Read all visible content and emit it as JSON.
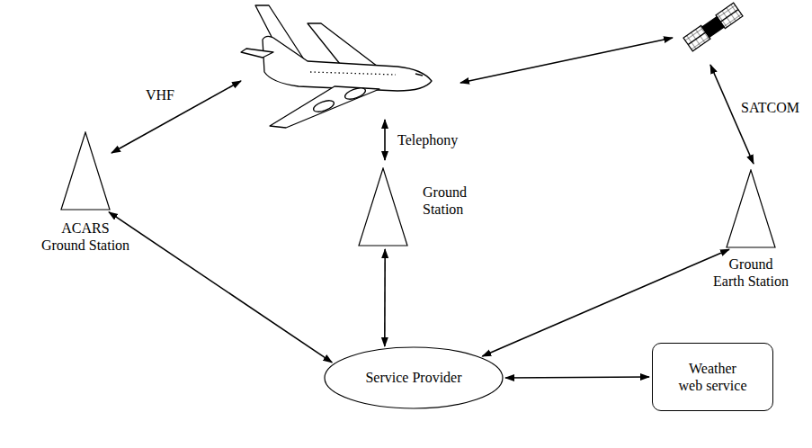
{
  "diagram": {
    "nodes": [
      {
        "text": [
          "ACARS Ground Station"
        ]
      },
      {
        "text": [
          "Ground Station"
        ]
      },
      {
        "text": [
          "Ground Earth Station"
        ]
      },
      {
        "text": [
          "Service Provider"
        ]
      },
      {
        "text": [
          "Weather web service"
        ]
      }
    ],
    "edges": [
      {
        "from": 0,
        "to": 3,
        "arrow": "both"
      },
      {
        "from": 1,
        "to": 3,
        "arrow": "both"
      },
      {
        "from": 2,
        "to": 3,
        "arrow": "both"
      },
      {
        "from": 3,
        "to": 4,
        "arrow": "both"
      }
    ],
    "labels": [
      "VHF",
      "Telephony",
      "SATCOM"
    ]
  }
}
